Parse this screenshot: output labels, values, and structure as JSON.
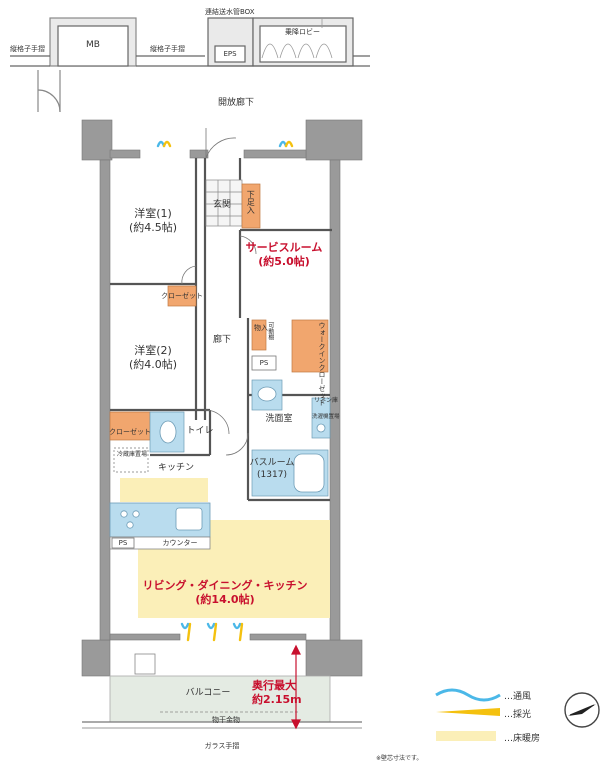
{
  "top": {
    "pipe_box": "連結送水管BOX",
    "elevator_lobby": "乗降ロビー",
    "mb": "MB",
    "eps": "EPS",
    "railing_left": "縦格子手摺",
    "railing_right": "縦格子手摺",
    "corridor": "開放廊下"
  },
  "rooms": {
    "entrance": "玄関",
    "shoe": "下足入",
    "western1_name": "洋室(1)",
    "western1_size": "(約4.5帖)",
    "western2_name": "洋室(2)",
    "western2_size": "(約4.0帖)",
    "service_name": "サービスルーム",
    "service_size": "(約5.0帖)",
    "closet1": "クローゼット",
    "closet2": "クローゼット",
    "hallway": "廊下",
    "storage": "物入",
    "movable_shelf": "可動棚",
    "walkin": "ウォークインクローゼット",
    "ps1": "PS",
    "ps2": "PS",
    "washroom": "洗面室",
    "linen": "リネン庫",
    "washer": "洗濯機置場",
    "toilet": "トイレ",
    "fridge": "冷蔵庫置場",
    "kitchen": "キッチン",
    "bath_name": "バスルーム",
    "bath_size": "(1317)",
    "counter": "カウンター",
    "ldk_name": "リビング・ダイニング・キッチン",
    "ldk_size": "(約14.0帖)",
    "balcony": "バルコニー",
    "depth_label": "奥行最大",
    "depth_value": "約2.15m",
    "clothes_hanger": "物干金物",
    "glass_railing": "ガラス手摺",
    "note": "※壁芯寸法です。"
  },
  "legend": {
    "ventilation": "…通風",
    "daylight": "…採光",
    "floor_heating": "…床暖房"
  },
  "colors": {
    "wall": "#9a9a9a",
    "closet": "#f1a66e",
    "bath": "#b9dcee",
    "kitchen": "#fbefb8",
    "label_red": "#c8102e",
    "balcony": "#e4ebe3"
  }
}
